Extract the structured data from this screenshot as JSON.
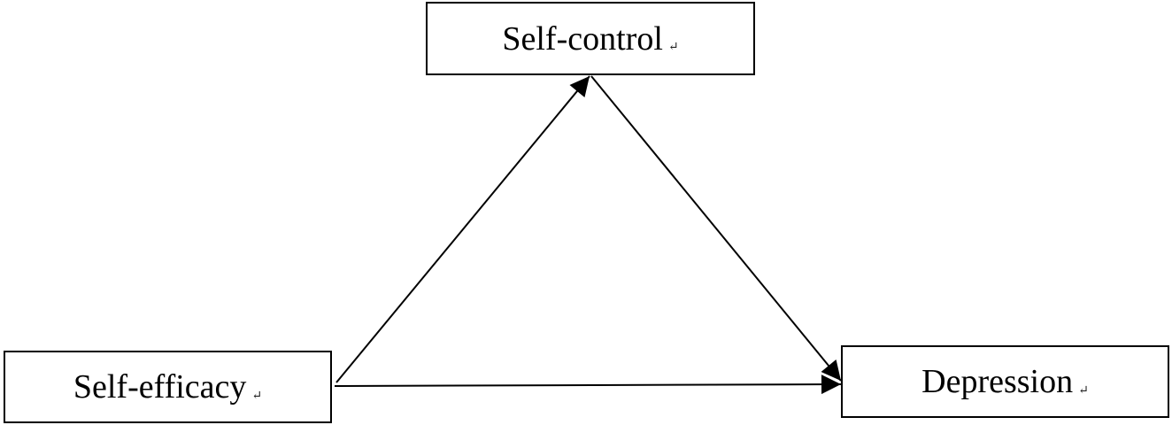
{
  "nodes": {
    "control": {
      "label": "Self-control",
      "mark": "↵"
    },
    "efficacy": {
      "label": "Self-efficacy",
      "mark": "↵"
    },
    "depression": {
      "label": "Depression",
      "mark": "↵"
    }
  },
  "edges": [
    {
      "from": "efficacy",
      "to": "control"
    },
    {
      "from": "control",
      "to": "depression"
    },
    {
      "from": "efficacy",
      "to": "depression"
    }
  ],
  "colors": {
    "line": "#000000",
    "text": "#000000",
    "background": "#ffffff"
  }
}
